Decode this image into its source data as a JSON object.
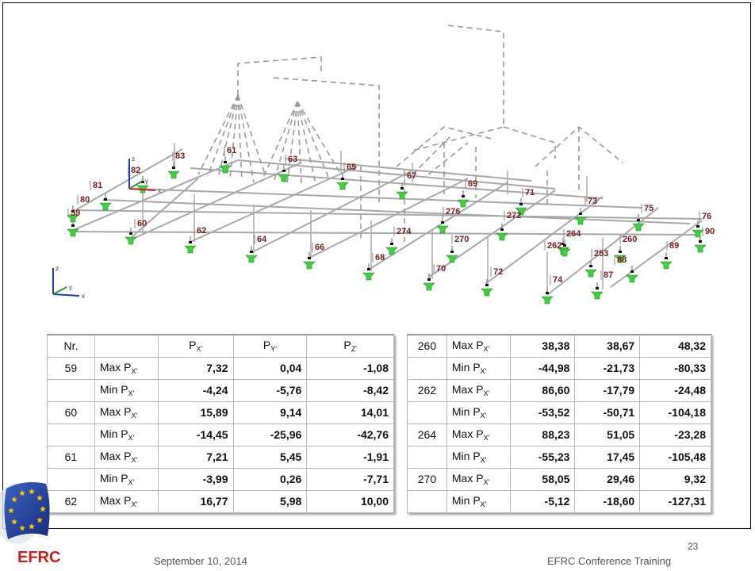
{
  "model": {
    "node_labels": [
      "80",
      "81",
      "82",
      "83",
      "61",
      "63",
      "65",
      "67",
      "69",
      "71",
      "73",
      "75",
      "76",
      "59",
      "60",
      "62",
      "64",
      "66",
      "68",
      "70",
      "72",
      "74",
      "87",
      "88",
      "89",
      "90",
      "253",
      "260",
      "262",
      "264",
      "270",
      "272",
      "274",
      "276"
    ],
    "axis_main": {
      "x": "x",
      "y": "y",
      "z": "z"
    },
    "axis_corner": {
      "x": "x",
      "y": "y",
      "z": "z"
    }
  },
  "table_left": {
    "headers": {
      "nr": "Nr.",
      "type": "",
      "px": "P",
      "px_sub": "X'",
      "py": "P",
      "py_sub": "Y'",
      "pz": "P",
      "pz_sub": "Z'"
    },
    "rows": [
      {
        "nr": "59",
        "label": "Max P",
        "sub": "X'",
        "px": "7,32",
        "py": "0,04",
        "pz": "-1,08"
      },
      {
        "nr": "",
        "label": "Min P",
        "sub": "X'",
        "px": "-4,24",
        "py": "-5,76",
        "pz": "-8,42"
      },
      {
        "nr": "60",
        "label": "Max P",
        "sub": "X'",
        "px": "15,89",
        "py": "9,14",
        "pz": "14,01"
      },
      {
        "nr": "",
        "label": "Min P",
        "sub": "X'",
        "px": "-14,45",
        "py": "-25,96",
        "pz": "-42,76"
      },
      {
        "nr": "61",
        "label": "Max P",
        "sub": "X'",
        "px": "7,21",
        "py": "5,45",
        "pz": "-1,91"
      },
      {
        "nr": "",
        "label": "Min P",
        "sub": "X'",
        "px": "-3,99",
        "py": "0,26",
        "pz": "-7,71"
      },
      {
        "nr": "62",
        "label": "Max P",
        "sub": "X'",
        "px": "16,77",
        "py": "5,98",
        "pz": "10,00"
      }
    ]
  },
  "table_right": {
    "rows": [
      {
        "nr": "260",
        "label": "Max P",
        "sub": "X'",
        "px": "38,38",
        "py": "38,67",
        "pz": "48,32"
      },
      {
        "nr": "",
        "label": "Min P",
        "sub": "X'",
        "px": "-44,98",
        "py": "-21,73",
        "pz": "-80,33"
      },
      {
        "nr": "262",
        "label": "Max P",
        "sub": "X'",
        "px": "86,60",
        "py": "-17,79",
        "pz": "-24,48"
      },
      {
        "nr": "",
        "label": "Min P",
        "sub": "X'",
        "px": "-53,52",
        "py": "-50,71",
        "pz": "-104,18"
      },
      {
        "nr": "264",
        "label": "Max P",
        "sub": "X'",
        "px": "88,23",
        "py": "51,05",
        "pz": "-23,28"
      },
      {
        "nr": "",
        "label": "Min P",
        "sub": "X'",
        "px": "-55,23",
        "py": "17,45",
        "pz": "-105,48"
      },
      {
        "nr": "270",
        "label": "Max P",
        "sub": "X'",
        "px": "58,05",
        "py": "29,46",
        "pz": "9,32"
      },
      {
        "nr": "",
        "label": "Min P",
        "sub": "X'",
        "px": "-5,12",
        "py": "-18,60",
        "pz": "-127,31"
      }
    ]
  },
  "footer": {
    "date": "September 10, 2014",
    "title": "EFRC Conference Training",
    "page": "23",
    "logo_text": "EFRC"
  },
  "colors": {
    "node_label": "#7a1b16",
    "support": "#3fcf3f",
    "beam": "#a8a8a8",
    "dashed": "#9a9a9a",
    "brand_red": "#c8201a",
    "flag_blue": "#1f3f9a",
    "star": "#f5c800"
  }
}
